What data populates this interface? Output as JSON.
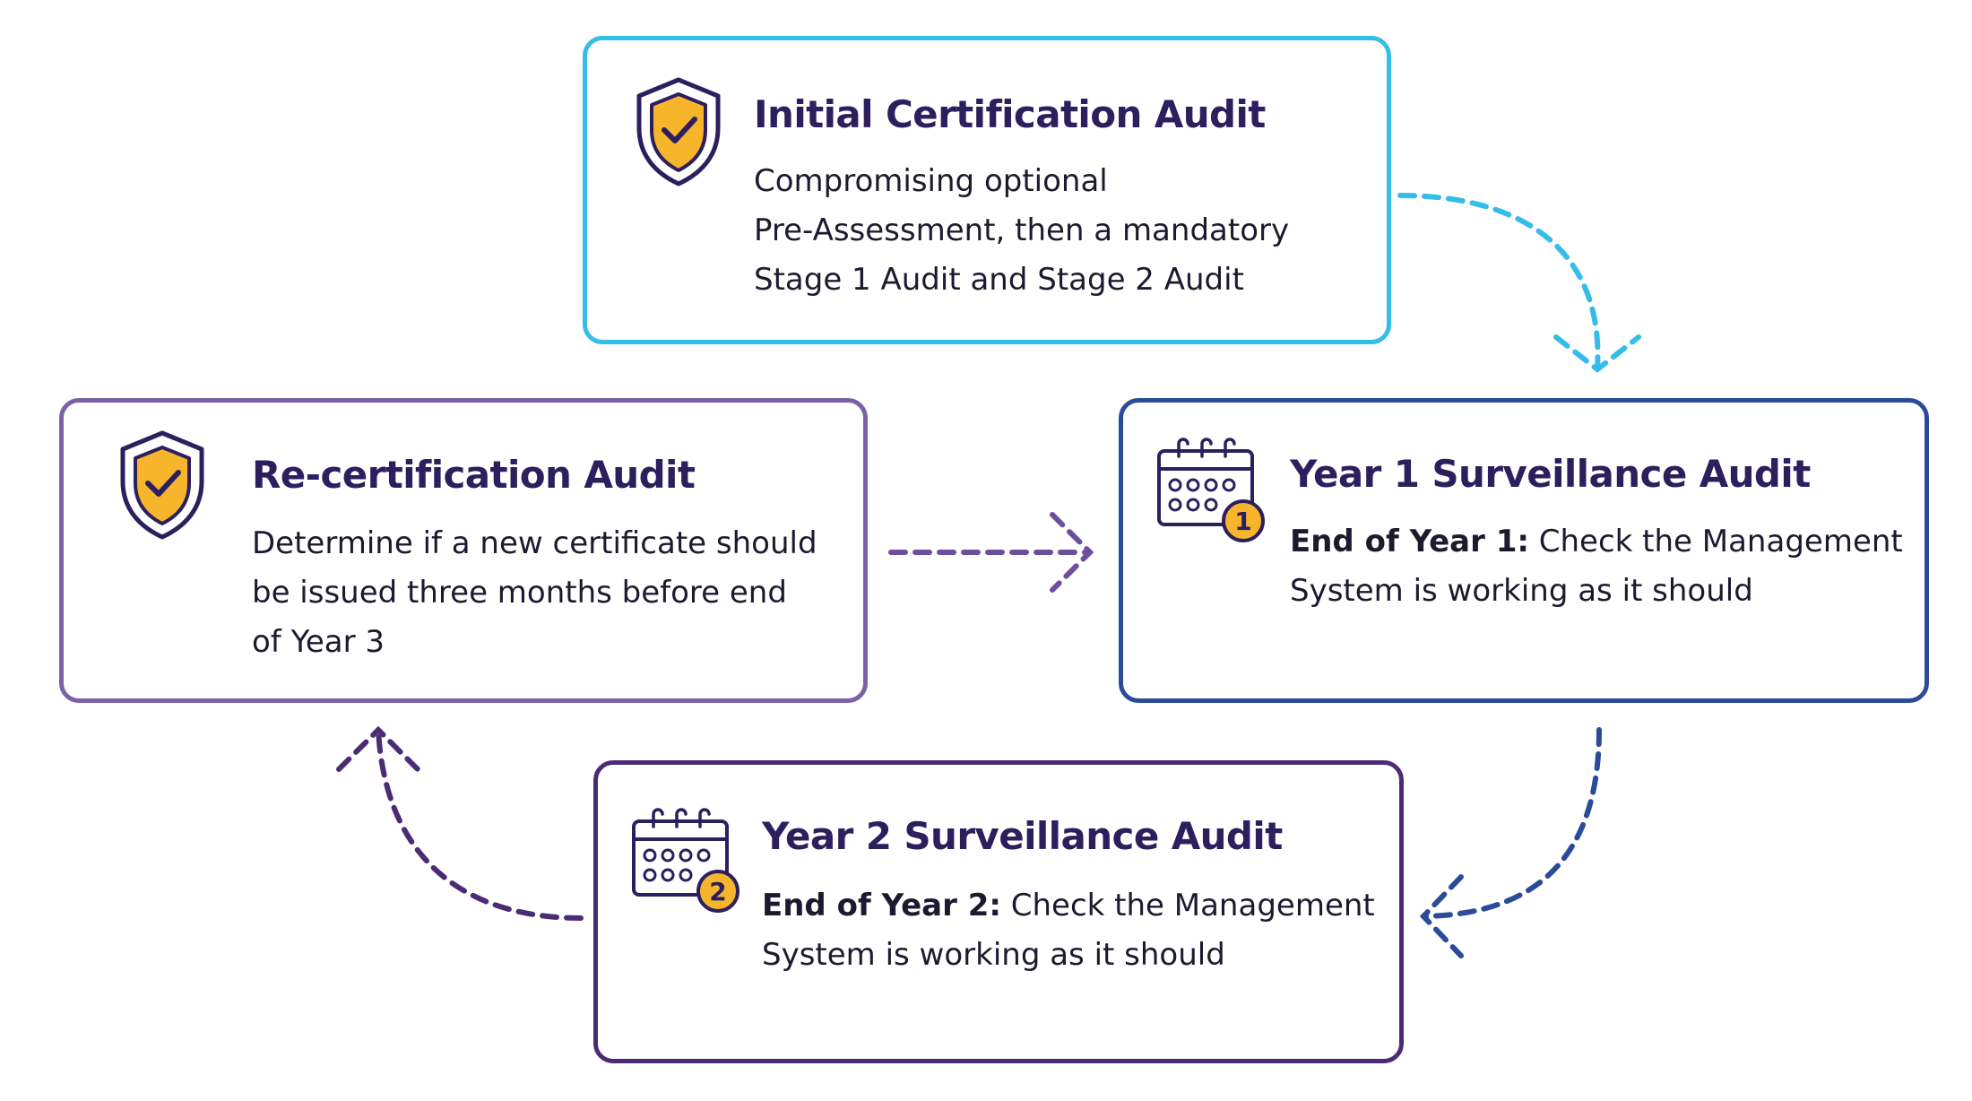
{
  "colors": {
    "title": "#2d1f5e",
    "text": "#1c1a2e",
    "accent_yellow": "#f7b52c",
    "initial_border": "#35bde9",
    "recert_border": "#7b62a8",
    "year1_border": "#2b4b9a",
    "year2_border": "#4a2c74"
  },
  "cards": {
    "initial": {
      "icon": "shield-check-icon",
      "title": "Initial Certification Audit",
      "description": "Compromising optional\nPre-Assessment, then a mandatory\nStage 1 Audit and Stage 2 Audit"
    },
    "year1": {
      "icon": "calendar-icon",
      "badge": "1",
      "title": "Year 1 Surveillance Audit",
      "lead": "End of Year 1:",
      "description": " Check the Management\nSystem is working as it should"
    },
    "year2": {
      "icon": "calendar-icon",
      "badge": "2",
      "title": "Year 2 Surveillance Audit",
      "lead": "End of Year 2:",
      "description": " Check the Management\nSystem is working as it should"
    },
    "recert": {
      "icon": "shield-check-icon",
      "title": "Re-certification Audit",
      "description": "Determine if a new certificate should\nbe issued three months before end\nof Year 3"
    }
  }
}
